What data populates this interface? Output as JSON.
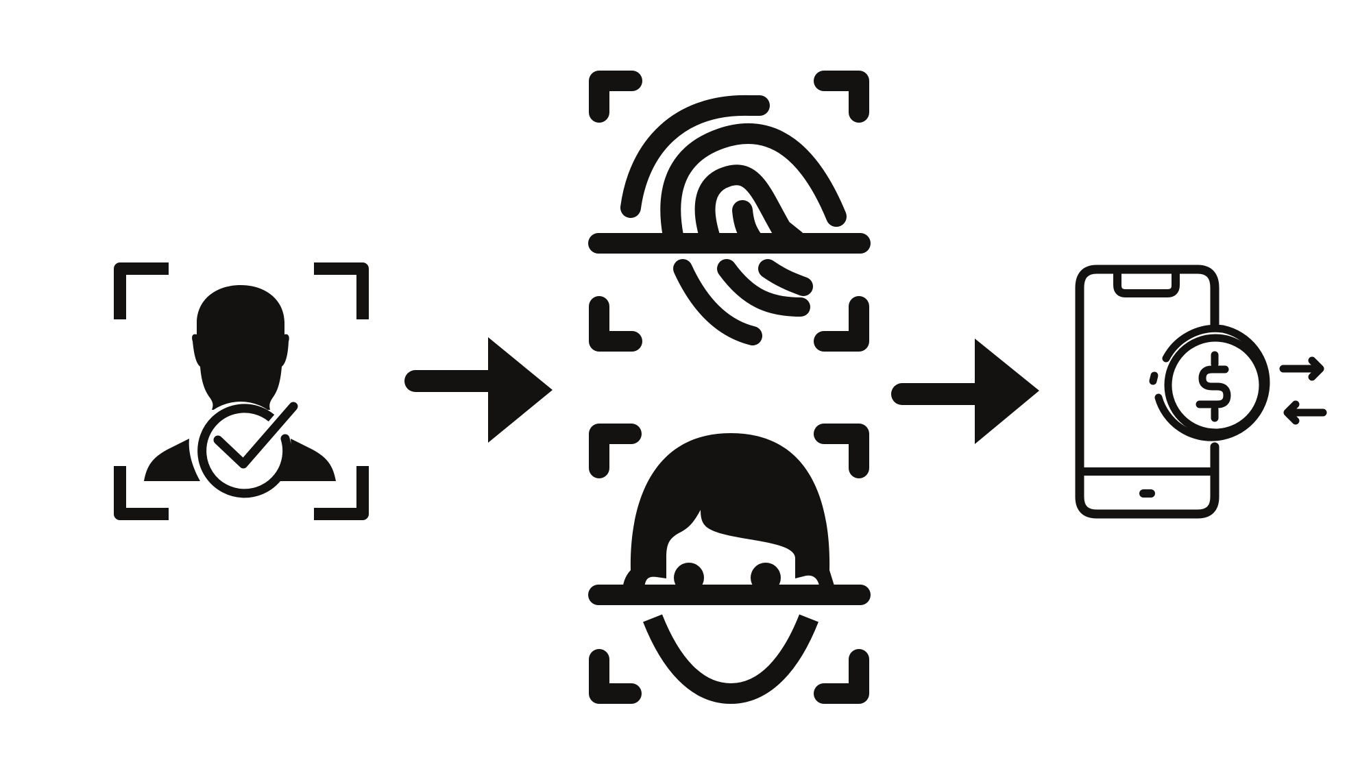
{
  "diagram": {
    "background": "#ffffff",
    "ink": "#141210",
    "flow": [
      {
        "step": 1,
        "icon": "verified-user-icon"
      },
      {
        "step": 2,
        "icon": "fingerprint-scan-icon"
      },
      {
        "step": 2,
        "icon": "face-scan-icon"
      },
      {
        "step": 3,
        "icon": "mobile-payment-icon"
      }
    ],
    "connectors": [
      "arrow-right-icon",
      "arrow-right-icon"
    ]
  }
}
